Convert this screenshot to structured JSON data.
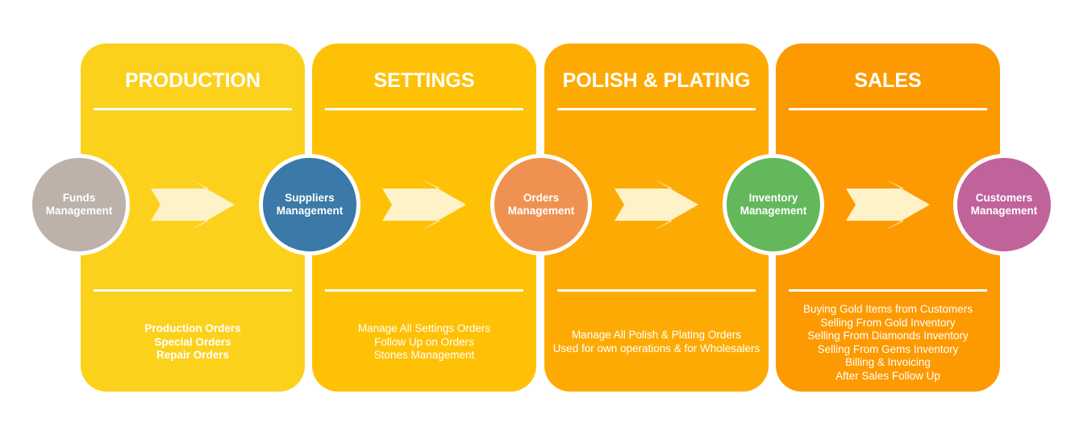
{
  "stages": [
    {
      "title": "PRODUCTION",
      "color": "#fcd11c",
      "items": [
        "Production Orders",
        "Special Orders",
        "Repair Orders"
      ],
      "items_bold": true
    },
    {
      "title": "SETTINGS",
      "color": "#fec105",
      "items": [
        "Manage All Settings Orders",
        "Follow Up on Orders",
        "Stones Management"
      ],
      "items_bold": false
    },
    {
      "title": "POLISH & PLATING",
      "color": "#fdab04",
      "items": [
        "Manage All Polish & Plating Orders",
        "Used for own operations & for Wholesalers"
      ],
      "items_bold": false
    },
    {
      "title": "SALES",
      "color": "#fd9a02",
      "items": [
        "Buying Gold Items from Customers",
        "Selling From Gold Inventory",
        "Selling From Diamonds Inventory",
        "Selling From Gems Inventory",
        "Billing & Invoicing",
        "After Sales Follow Up"
      ],
      "items_bold": false
    }
  ],
  "nodes": [
    {
      "line1": "Funds",
      "line2": "Management",
      "color": "#bcb2a9"
    },
    {
      "line1": "Suppliers",
      "line2": "Management",
      "color": "#3a79a8"
    },
    {
      "line1": "Orders",
      "line2": "Management",
      "color": "#ef9251"
    },
    {
      "line1": "Inventory",
      "line2": "Management",
      "color": "#64b85c"
    },
    {
      "line1": "Customers",
      "line2": "Management",
      "color": "#c0639b"
    }
  ],
  "arrow_color": "#fdf2c8"
}
